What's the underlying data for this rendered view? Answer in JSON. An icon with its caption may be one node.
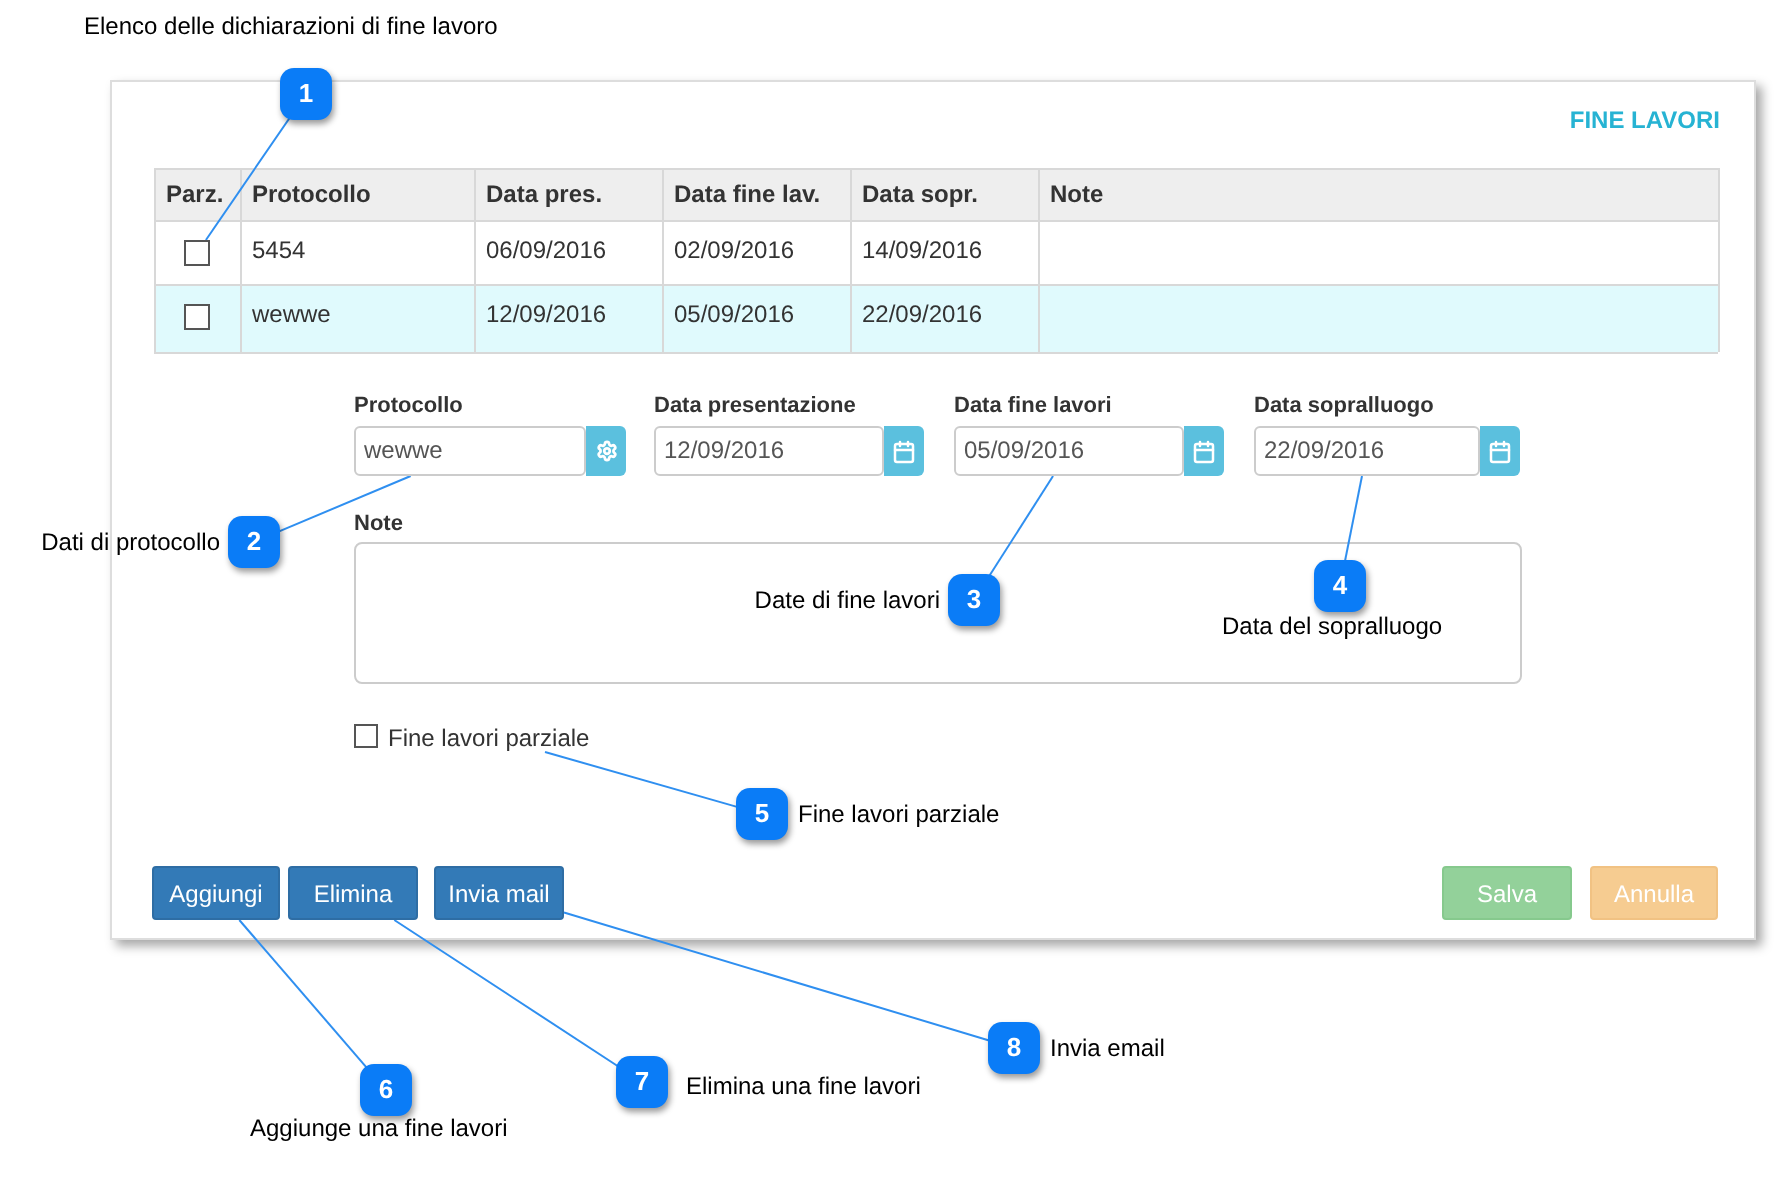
{
  "diagram": {
    "nodes": [
      {
        "text": [
          "1"
        ],
        "beside": [
          "Elenco delle dichiarazioni di fine lavoro"
        ]
      },
      {
        "text": [
          "2"
        ],
        "beside": [
          "Dati di protocollo"
        ]
      },
      {
        "text": [
          "3"
        ],
        "beside": [
          "Date di fine lavori"
        ]
      },
      {
        "text": [
          "4"
        ],
        "beside": [
          "Data del sopralluogo"
        ]
      },
      {
        "text": [
          "5"
        ],
        "beside": [
          "Fine lavori parziale"
        ]
      },
      {
        "text": [
          "6"
        ],
        "beside": [
          "Aggiunge una fine lavori"
        ]
      },
      {
        "text": [
          "7"
        ],
        "beside": [
          "Elimina una fine lavori"
        ]
      },
      {
        "text": [
          "8"
        ],
        "beside": [
          "Invia email"
        ]
      },
      {
        "text": [],
        "shape": "box"
      },
      {
        "text": [
          "wewwe"
        ]
      },
      {
        "text": [
          "05/09/2016"
        ]
      },
      {
        "text": [
          "22/09/2016"
        ]
      },
      {
        "text": [
          "Fine lavori parziale"
        ]
      },
      {
        "text": [
          "Aggiungi"
        ]
      },
      {
        "text": [
          "Elimina"
        ]
      },
      {
        "text": [
          "Invia mail"
        ]
      },
      {
        "text": [],
        "shape": "box"
      },
      {
        "text": [
          "12/09/2016"
        ]
      },
      {
        "text": [],
        "shape": "box"
      },
      {
        "text": [
          "Salva"
        ]
      },
      {
        "text": [
          "Annulla"
        ]
      }
    ],
    "edges": [
      {
        "from": 0,
        "to": 8,
        "arrow": "none"
      },
      {
        "from": 1,
        "to": 9,
        "arrow": "none"
      },
      {
        "from": 2,
        "to": 10,
        "arrow": "none"
      },
      {
        "from": 3,
        "to": 11,
        "arrow": "none"
      },
      {
        "from": 4,
        "to": 12,
        "arrow": "none"
      },
      {
        "from": 5,
        "to": 13,
        "arrow": "none"
      },
      {
        "from": 6,
        "to": 14,
        "arrow": "none"
      },
      {
        "from": 7,
        "to": 15,
        "arrow": "none"
      }
    ],
    "labels": [
      "FINE LAVORI",
      "Parz.",
      "Protocollo",
      "Data pres.",
      "Data fine lav.",
      "Data sopr.",
      "Note",
      "5454",
      "06/09/2016",
      "02/09/2016",
      "14/09/2016",
      "wewwe",
      "12/09/2016",
      "05/09/2016",
      "22/09/2016",
      "Protocollo",
      "Data presentazione",
      "Data fine lavori",
      "Data sopralluogo",
      "Note"
    ]
  }
}
